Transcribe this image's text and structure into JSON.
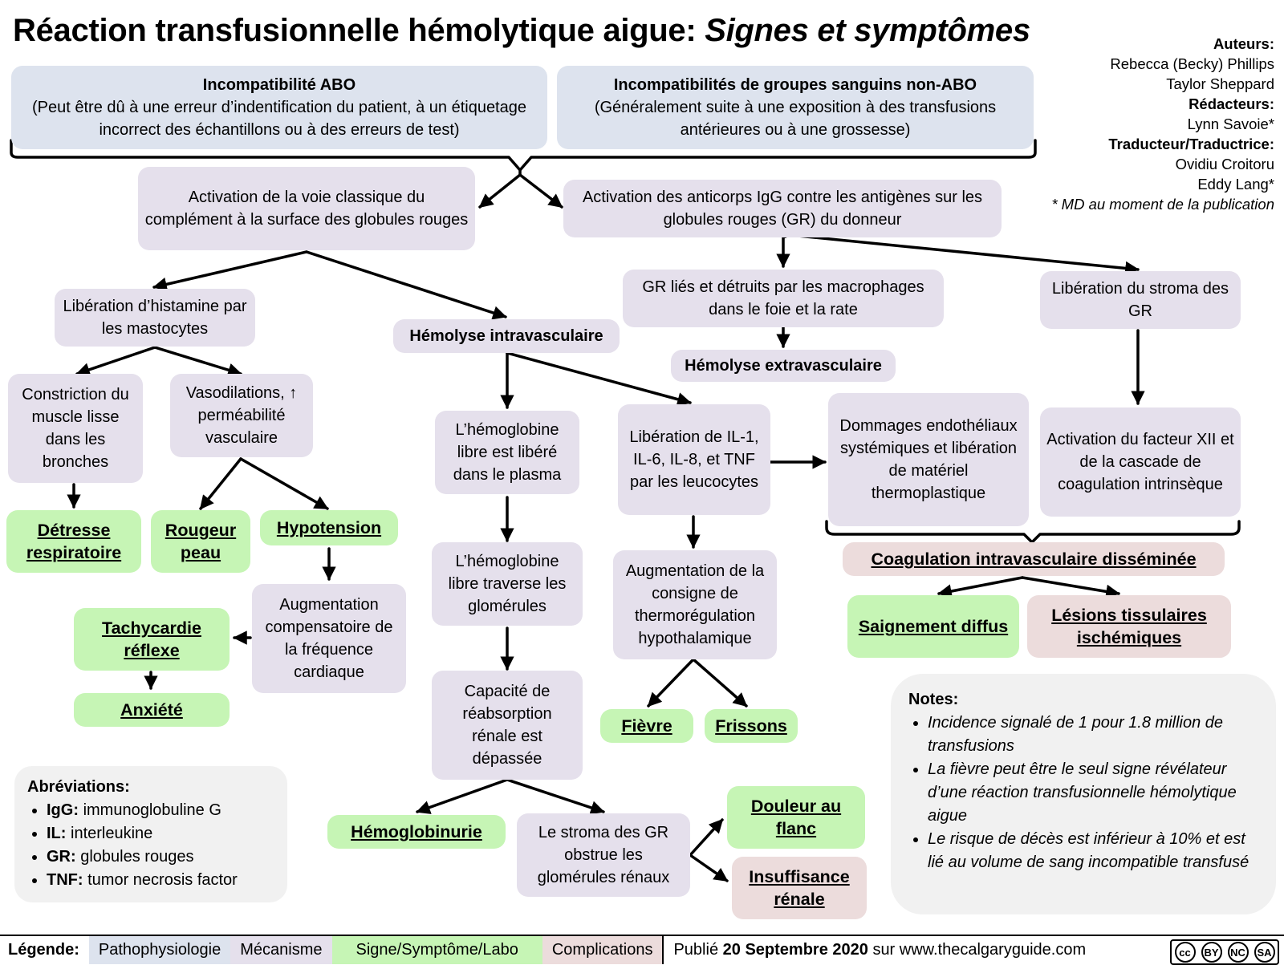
{
  "title": {
    "main": "Réaction transfusionnelle hémolytique aigue:",
    "italic": "Signes et symptômes"
  },
  "credits": {
    "authors_label": "Auteurs:",
    "author1": "Rebecca (Becky) Phillips",
    "author2": "Taylor Sheppard",
    "editors_label": "Rédacteurs:",
    "editor1": "Lynn Savoie*",
    "translators_label": "Traducteur/Traductrice:",
    "translator1": "Ovidiu Croitoru",
    "translator2": "Eddy Lang*",
    "note": "* MD au moment de la publication"
  },
  "nodes": {
    "abo_title": "Incompatibilité ABO",
    "abo_text": "(Peut être dû à une erreur d’indentification du patient, à un étiquetage incorrect des échantillons ou à des erreurs de test)",
    "nonabo_title": "Incompatibilités de groupes sanguins non-ABO",
    "nonabo_text": "(Généralement suite à une exposition à des transfusions antérieures ou à une grossesse)",
    "complement": "Activation de la voie classique du complément à la surface des globules rouges",
    "igg": "Activation des anticorps IgG contre les antigènes sur les globules rouges (GR) du donneur",
    "histamine": "Libération d’histamine par les mastocytes",
    "intravasc": "Hémolyse intravasculaire",
    "macrophages": "GR liés et détruits par les macrophages dans le foie et la rate",
    "extravasc": "Hémolyse extravasculaire",
    "stroma_release": "Libération du stroma des GR",
    "bronchi": "Constriction du muscle lisse dans les bronches",
    "vasodil": "Vasodilations, ↑ perméabilité vasculaire",
    "free_hb": "L’hémoglobine libre est libéré dans le plasma",
    "il_release": "Libération de IL-1, IL-6, IL-8, et TNF par les leucocytes",
    "endothelial": "Dommages endothéliaux systémiques et libération de matériel thermoplastique",
    "factor12": "Activation du facteur XII et de la cascade de coagulation intrinsèque",
    "distress": "Détresse respiratoire",
    "redness": "Rougeur peau",
    "hypotension": "Hypotension",
    "hb_glom": "L’hémoglobine libre traverse les glomérules",
    "thermo": "Augmentation de la consigne de thermorégulation hypothalamique",
    "dic": "Coagulation intravasculaire disséminée",
    "comp_hr": "Augmentation compensatoire de la fréquence cardiaque",
    "tachy": "Tachycardie réflexe",
    "anxiety": "Anxiété",
    "renal_cap": "Capacité de réabsorption rénale est dépassée",
    "fever": "Fièvre",
    "chills": "Frissons",
    "bleeding": "Saignement diffus",
    "ischemic": "Lésions tissulaires ischémiques",
    "hemoglobinuria": "Hémoglobinurie",
    "stroma_obstruct": "Le stroma des GR obstrue les glomérules rénaux",
    "flank_pain": "Douleur au flanc",
    "renal_failure": "Insuffisance rénale"
  },
  "abbreviations": {
    "heading": "Abréviations:",
    "items": [
      {
        "term": "IgG:",
        "def": "immunoglobuline G"
      },
      {
        "term": "IL:",
        "def": "interleukine"
      },
      {
        "term": "GR:",
        "def": "globules rouges"
      },
      {
        "term": "TNF:",
        "def": "tumor necrosis factor"
      }
    ]
  },
  "notes": {
    "heading": "Notes:",
    "items": [
      "Incidence signalé de 1 pour 1.8 million de transfusions",
      "La fièvre peut être le seul signe révélateur d’une réaction transfusionnelle hémolytique aigue",
      "Le risque de décès est inférieur à 10% et est lié au volume de sang incompatible transfusé"
    ]
  },
  "legend": {
    "label": "Légende:",
    "patho": "Pathophysiologie",
    "mech": "Mécanisme",
    "sign": "Signe/Symptôme/Labo",
    "comp": "Complications",
    "published_pre": "Publié",
    "published_date": "20 Septembre 2020",
    "published_post": "sur www.thecalgaryguide.com",
    "license": [
      "cc",
      "BY",
      "NC",
      "SA"
    ]
  },
  "colors": {
    "patho": "#dde3ee",
    "mech": "#e5e0ec",
    "sign": "#c6f5b5",
    "comp": "#ecdcdc"
  }
}
